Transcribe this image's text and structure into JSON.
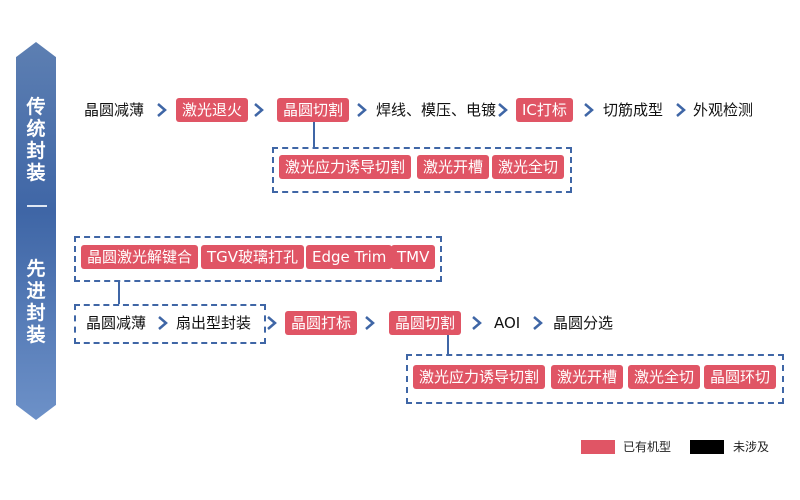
{
  "sidebar": {
    "traditional": "传统封装",
    "advanced": "先进封装"
  },
  "traditional_flow": {
    "step1": "晶圆减薄",
    "step2": "激光退火",
    "step3": "晶圆切割",
    "step4": "焊线、模压、电镀",
    "step5": "IC打标",
    "step6": "切筋成型",
    "step7": "外观检测",
    "dicing_options": [
      "激光应力诱导切割",
      "激光开槽",
      "激光全切"
    ]
  },
  "advanced_flow": {
    "top_options": [
      "晶圆激光解键合",
      "TGV玻璃打孔",
      "Edge Trim",
      "TMV"
    ],
    "step1": "晶圆减薄",
    "step2": "扇出型封装",
    "step3": "晶圆打标",
    "step4": "晶圆切割",
    "step5": "AOI",
    "step6": "晶圆分选",
    "dicing_options": [
      "激光应力诱导切割",
      "激光开槽",
      "激光全切",
      "晶圆环切"
    ]
  },
  "legend": {
    "existing": "已有机型",
    "not_involved": "未涉及",
    "existing_color": "#e05565",
    "not_involved_color": "#000000"
  }
}
